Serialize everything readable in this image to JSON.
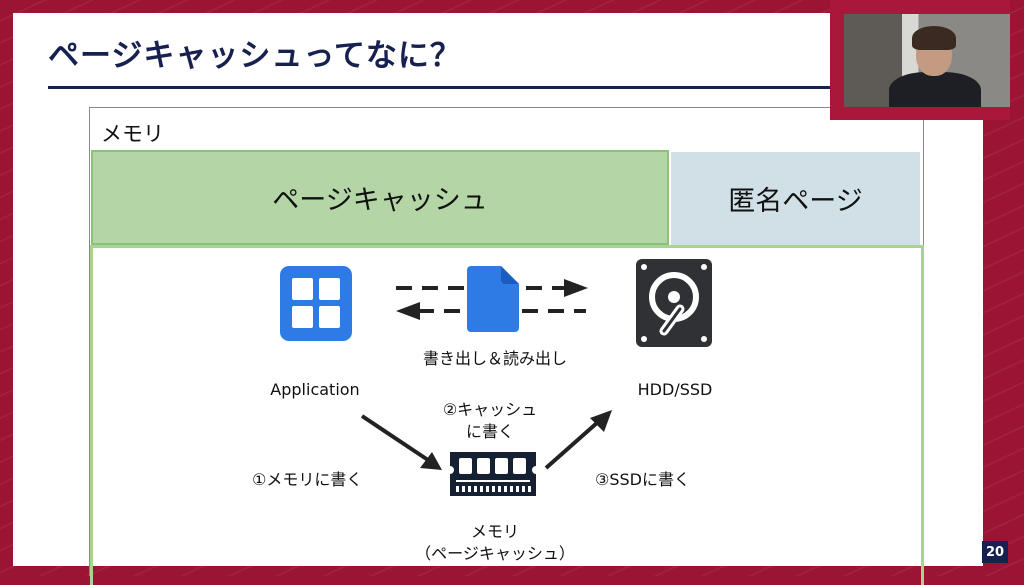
{
  "slide": {
    "title": "ページキャッシュってなに？",
    "page_number": "20"
  },
  "memory_diagram": {
    "memory_label": "メモリ",
    "page_cache_label": "ページキャッシュ",
    "anonymous_page_label": "匿名ページ"
  },
  "flow": {
    "application_label": "Application",
    "storage_label": "HDD/SSD",
    "read_write_label": "書き出し＆読み出し",
    "step1_label": "①メモリに書く",
    "step2_line1": "②キャッシュ",
    "step2_line2": "に書く",
    "step3_label": "③SSDに書く",
    "memory_line1": "メモリ",
    "memory_line2": "（ページキャッシュ）"
  },
  "colors": {
    "frame": "#9b1434",
    "title": "#17214f",
    "page_cache_fill": "#b4d5a5",
    "anonymous_fill": "#d0e0e6",
    "icon_blue": "#2f7be5",
    "hdd_dark": "#2f3134"
  },
  "icons": {
    "application": "app-grid-icon",
    "file": "document-icon",
    "storage": "hard-drive-icon",
    "memory": "ram-module-icon"
  }
}
